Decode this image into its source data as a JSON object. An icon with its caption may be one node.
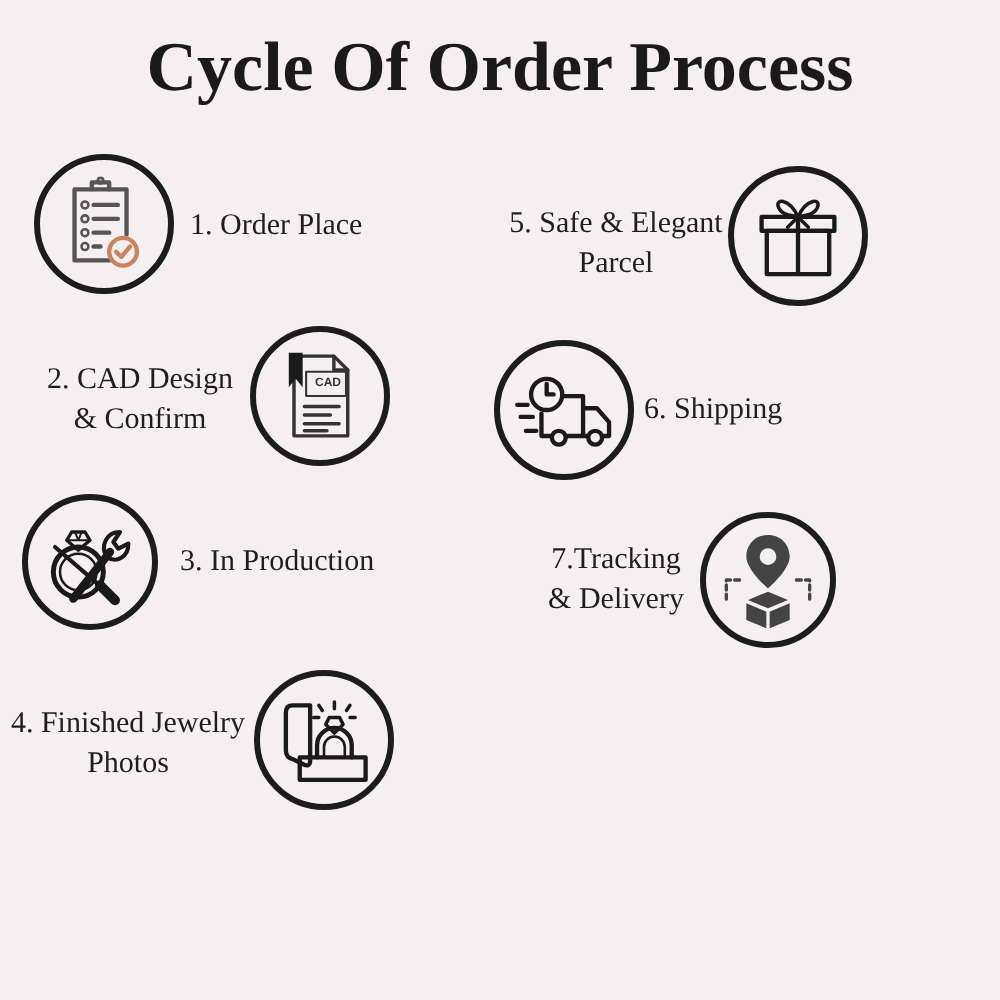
{
  "diagram": {
    "title": "Cycle Of Order Process",
    "nodes": [
      {
        "text": [],
        "shape": "picture",
        "beside": [
          "1. Order Place"
        ]
      },
      {
        "text": [],
        "shape": "picture",
        "beside": [
          "2. CAD Design & Confirm"
        ]
      },
      {
        "text": [],
        "shape": "picture",
        "beside": [
          "3. In Production"
        ]
      },
      {
        "text": [],
        "shape": "picture",
        "beside": [
          "4. Finished Jewelry Photos"
        ]
      },
      {
        "text": [],
        "shape": "picture",
        "beside": [
          "5. Safe & Elegant Parcel"
        ]
      },
      {
        "text": [],
        "shape": "picture",
        "beside": [
          "6. Shipping"
        ]
      },
      {
        "text": [],
        "shape": "picture",
        "beside": [
          "7.Tracking & Delivery"
        ]
      }
    ],
    "labels": [
      "CAD"
    ]
  }
}
